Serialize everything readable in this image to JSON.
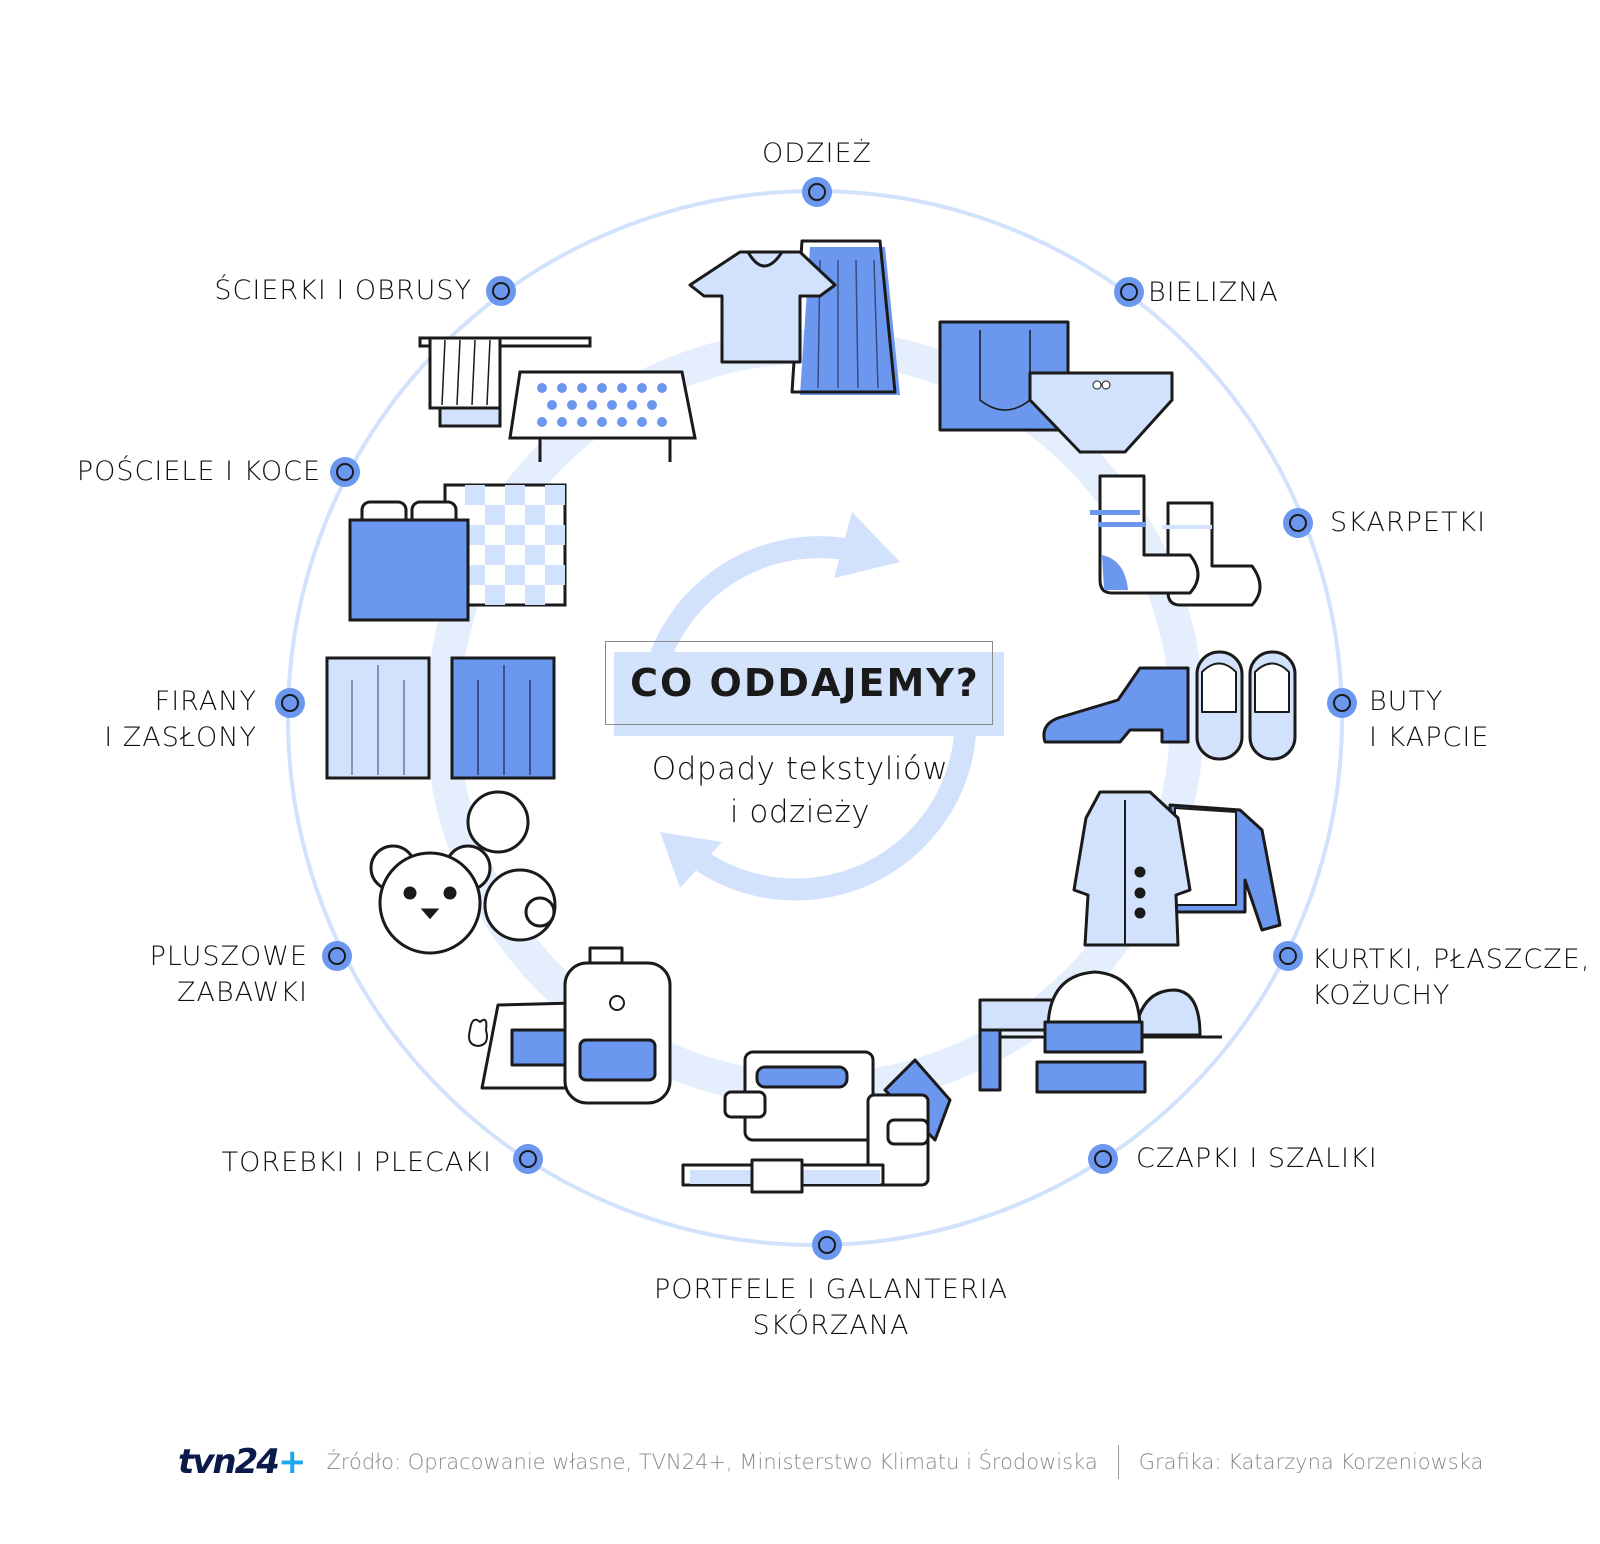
{
  "center": {
    "title": "CO ODDAJEMY?",
    "subtitle_line1": "Odpady tekstyliów",
    "subtitle_line2": "i odzieży"
  },
  "categories": [
    {
      "id": "odziez",
      "lines": [
        "ODZIEŻ"
      ],
      "icon": "clothing-icon"
    },
    {
      "id": "bielizna",
      "lines": [
        "BIELIZNA"
      ],
      "icon": "underwear-icon"
    },
    {
      "id": "skarpetki",
      "lines": [
        "SKARPETKI"
      ],
      "icon": "socks-icon"
    },
    {
      "id": "buty",
      "lines": [
        "BUTY",
        "I KAPCIE"
      ],
      "icon": "shoes-icon"
    },
    {
      "id": "kurtki",
      "lines": [
        "KURTKI, PŁASZCZE,",
        "KOŻUCHY"
      ],
      "icon": "coat-icon"
    },
    {
      "id": "czapki",
      "lines": [
        "CZAPKI I SZALIKI"
      ],
      "icon": "hat-scarf-icon"
    },
    {
      "id": "portfele",
      "lines": [
        "PORTFELE I GALANTERIA",
        "SKÓRZANA"
      ],
      "icon": "wallet-belt-icon"
    },
    {
      "id": "torebki",
      "lines": [
        "TOREBKI I PLECAKI"
      ],
      "icon": "bag-backpack-icon"
    },
    {
      "id": "pluszowe",
      "lines": [
        "PLUSZOWE",
        "ZABAWKI"
      ],
      "icon": "teddy-bear-icon"
    },
    {
      "id": "firany",
      "lines": [
        "FIRANY",
        "I ZASŁONY"
      ],
      "icon": "curtains-icon"
    },
    {
      "id": "posciele",
      "lines": [
        "POŚCIELE I KOCE"
      ],
      "icon": "bedding-icon"
    },
    {
      "id": "scierki",
      "lines": [
        "ŚCIERKI I OBRUSY"
      ],
      "icon": "tablecloth-icon"
    }
  ],
  "footer": {
    "logo_main": "tvn24",
    "logo_plus": "+",
    "source": "Źródło: Opracowanie własne, TVN24+, Ministerstwo Klimatu i Środowiska",
    "credit": "Grafika: Katarzyna Korzeniowska"
  },
  "colors": {
    "accent": "#6b97ee",
    "light": "#d2e2fc",
    "outline": "#1a1a1a",
    "ring": "#d2e2fc"
  }
}
